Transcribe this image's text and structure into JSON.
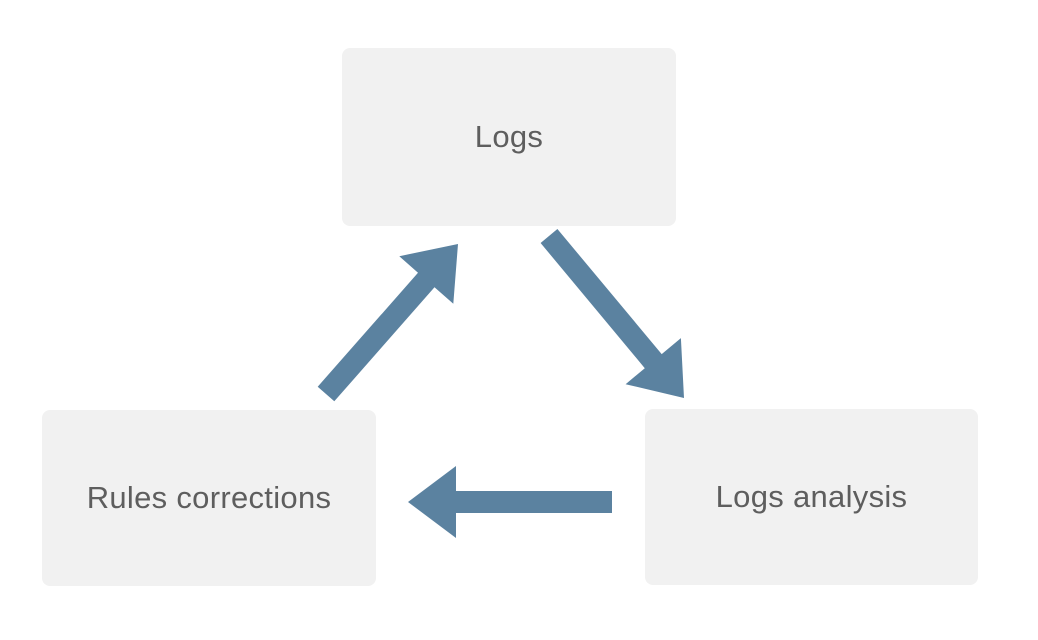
{
  "diagram": {
    "nodes": [
      {
        "id": "logs",
        "label": "Logs"
      },
      {
        "id": "logs-analysis",
        "label": "Logs analysis"
      },
      {
        "id": "rules-corrections",
        "label": "Rules corrections"
      }
    ],
    "edges": [
      {
        "from": "logs",
        "to": "logs-analysis"
      },
      {
        "from": "logs-analysis",
        "to": "rules-corrections"
      },
      {
        "from": "rules-corrections",
        "to": "logs"
      }
    ],
    "colors": {
      "arrow": "#5b82a0",
      "node_fill": "#f1f1f1",
      "node_text": "#5e5e5e",
      "background": "#ffffff"
    }
  }
}
